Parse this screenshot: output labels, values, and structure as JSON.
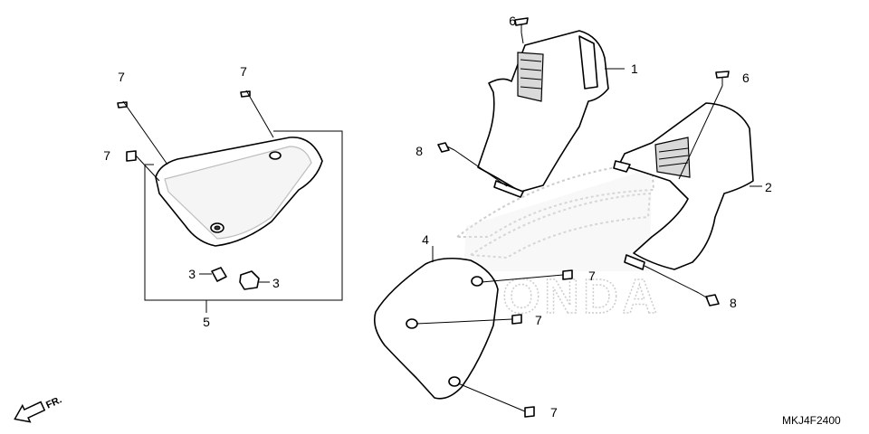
{
  "diagram": {
    "callouts": {
      "c1": "1",
      "c2": "2",
      "c3a": "3",
      "c3b": "3",
      "c4": "4",
      "c5": "5",
      "c6a": "6",
      "c6b": "6",
      "c7a": "7",
      "c7b": "7",
      "c7c": "7",
      "c7d": "7",
      "c7e": "7",
      "c7f": "7",
      "c8a": "8",
      "c8b": "8"
    },
    "watermark_text": "HONDA",
    "front_marker": "FR.",
    "diagram_code": "MKJ4F2400"
  }
}
